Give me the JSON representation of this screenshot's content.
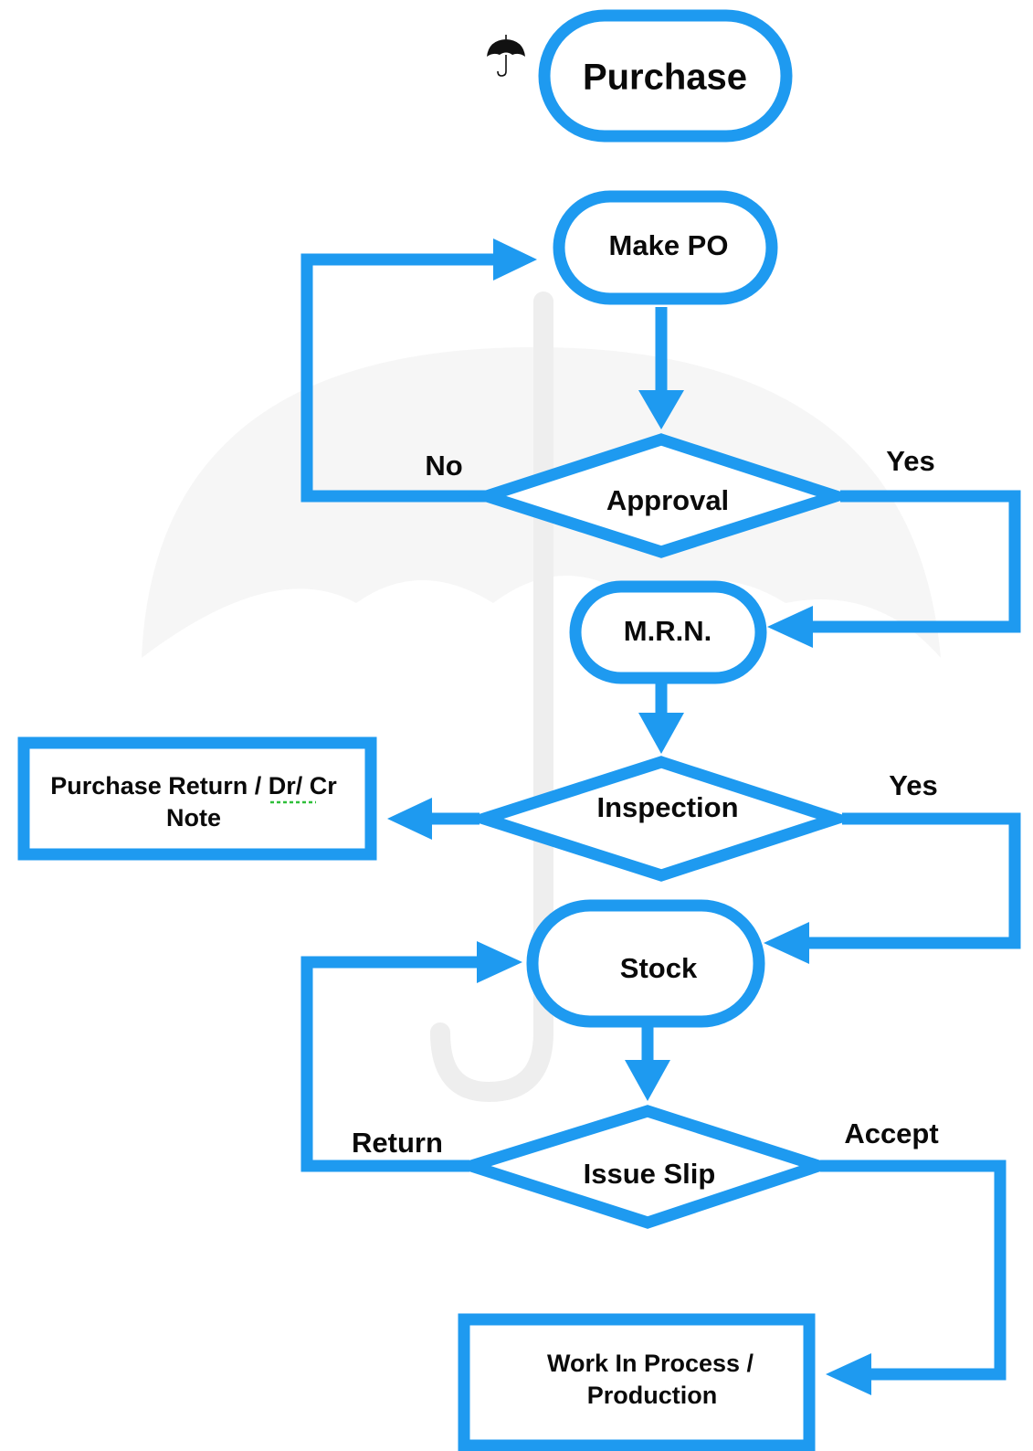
{
  "title": "Purchase",
  "icons": {
    "logo": "umbrella-icon",
    "watermark": "umbrella-watermark"
  },
  "colors": {
    "accent": "#1e9af0",
    "text": "#0a0a0a",
    "watermark": "#eeeeee"
  },
  "nodes": {
    "make_po": "Make PO",
    "approval": "Approval",
    "mrn": "M.R.N.",
    "inspection": "Inspection",
    "purchase_return_line1": "Purchase Return / Dr/ Cr",
    "purchase_return_line2": "Note",
    "stock": "Stock",
    "issue_slip": "Issue Slip",
    "wip_line1": "Work In Process /",
    "wip_line2": "Production"
  },
  "edges": {
    "approval_no": "No",
    "approval_yes": "Yes",
    "inspection_yes": "Yes",
    "issue_return": "Return",
    "issue_accept": "Accept"
  }
}
